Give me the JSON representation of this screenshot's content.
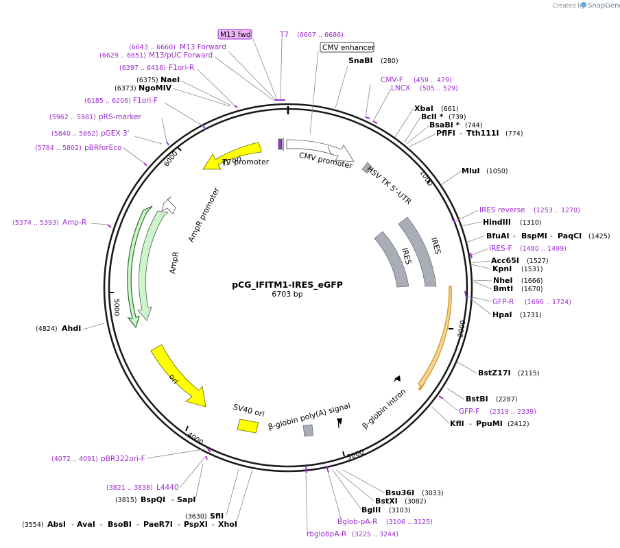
{
  "header": {
    "credit": "Created by",
    "brand": "SnapGene"
  },
  "plasmid": {
    "name": "pCG_IFITM1-IRES_eGFP",
    "size_label": "6703 bp"
  },
  "ticks": [
    "1000",
    "2000",
    "3000",
    "4000",
    "5000",
    "6000"
  ],
  "features": {
    "f1ori": "f1 ori",
    "t7promoter": "T7 promoter",
    "cmvpromoter": "CMV promoter",
    "hsvtk": "HSV TK 5'-UTR",
    "ampr_promoter": "AmpR promoter",
    "ampr": "AmpR",
    "ires1": "IRES",
    "ires2": "IRES",
    "ori": "ori",
    "sv40ori": "SV40 ori",
    "bglobin_polya": "β-globin poly(A) signal",
    "bglobin_intron": "β-globin intron"
  },
  "labels_top": {
    "m13fwd": "M13 fwd",
    "t7": "T7",
    "t7_range": "(6667 .. 6686)",
    "cmv_enhancer": "CMV enhancer",
    "snabi": "SnaBI",
    "snabi_pos": "(280)"
  },
  "labels_left": {
    "m13forward_range": "(6643 .. 6660)",
    "m13forward": "M13 Forward",
    "m13puc_range": "(6629 .. 6651)",
    "m13puc": "M13/pUC Forward",
    "f1orir_range": "(6397 .. 6416)",
    "f1orir": "F1ori-R",
    "naei_pos": "(6375)",
    "naei": "NaeI",
    "ngomiv_pos": "(6373)",
    "ngomiv": "NgoMIV",
    "f1orif_range": "(6185 .. 6206)",
    "f1orif": "F1ori-F",
    "prsmarker_range": "(5962 .. 5981)",
    "prsmarker": "pRS-marker",
    "pgex3_range": "(5840 .. 5862)",
    "pgex3": "pGEX 3'",
    "pbrforeco_range": "(5784 .. 5802)",
    "pbrforeco": "pBRforEco",
    "ampr_range": "(5374 .. 5393)",
    "ampr_primer": "Amp-R",
    "ahdi_pos": "(4824)",
    "ahdi": "AhdI",
    "pbr322_range": "(4072 .. 4091)",
    "pbr322": "pBR322ori-F",
    "l4440_range": "(3821 .. 3838)",
    "l4440": "L4440",
    "bspqi_pos": "(3815)",
    "bspqi": "BspQI",
    "sapi": "SapI",
    "sfii_pos": "(3630)",
    "sfii": "SfiI",
    "absi_pos": "(3554)",
    "absi": "AbsI",
    "avai": "AvaI",
    "bsobi": "BsoBI",
    "paer7i": "PaeR7I",
    "pspxi": "PspXI",
    "xhoi": "XhoI",
    "dash": "-"
  },
  "labels_right": {
    "cmvf": "CMV-F",
    "cmvf_range": "(459 .. 479)",
    "lncx": "LNCX",
    "lncx_range": "(505 .. 529)",
    "xbai": "XbaI",
    "xbai_pos": "(661)",
    "bcli": "BclI *",
    "bcli_pos": "(739)",
    "bsabi": "BsaBI *",
    "bsabi_pos": "(744)",
    "pflfi": "PflFI",
    "tth111i": "Tth111I",
    "tth111i_pos": "(774)",
    "mlui": "MluI",
    "mlui_pos": "(1050)",
    "iresrev": "IRES reverse",
    "iresrev_range": "(1253 .. 1270)",
    "hindiii": "HindIII",
    "hindiii_pos": "(1310)",
    "bfuai": "BfuAI",
    "bspmi": "BspMI",
    "paqci": "PaqCI",
    "paqci_pos": "(1425)",
    "iresf": "IRES-F",
    "iresf_range": "(1480 .. 1499)",
    "acc65i": "Acc65I",
    "acc65i_pos": "(1527)",
    "kpni": "KpnI",
    "kpni_pos": "(1531)",
    "nhei": "NheI",
    "nhei_pos": "(1666)",
    "bmti": "BmtI",
    "bmti_pos": "(1670)",
    "gfpr": "GFP-R",
    "gfpr_range": "(1696 .. 1724)",
    "hpai": "HpaI",
    "hpai_pos": "(1731)",
    "bstz17i": "BstZ17I",
    "bstz17i_pos": "(2115)",
    "bstbi": "BstBI",
    "bstbi_pos": "(2287)",
    "gfpf": "GFP-F",
    "gfpf_range": "(2319 .. 2339)",
    "kfli": "KflI",
    "ppumi": "PpuMI",
    "ppumi_pos": "(2412)",
    "dash": "-"
  },
  "labels_bottom": {
    "bsu36i": "Bsu36I",
    "bsu36i_pos": "(3033)",
    "bstxi": "BstXI",
    "bstxi_pos": "(3082)",
    "bglii": "BglII",
    "bglii_pos": "(3103)",
    "bglobpar": "Bglob-pA-R",
    "bglobpar_range": "(3106 .. 3125)",
    "rbglobpar": "rbglobpA-R",
    "rbglobpar_range": "(3225 .. 3244)"
  },
  "colors": {
    "backbone": "#1a1a1a",
    "primer": "#9a2ad0",
    "ori_yellow": "#ffff00",
    "ampr_green": "#ccf5cc",
    "gray_feature": "#a9aeb6",
    "gfp_orange": "#f6d49a"
  }
}
